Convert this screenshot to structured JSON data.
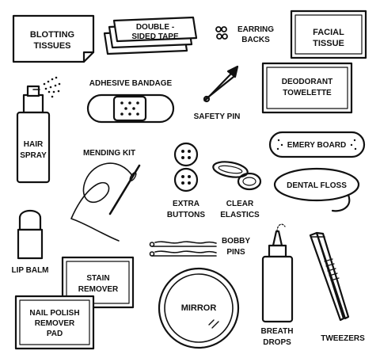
{
  "colors": {
    "ink": "#111111",
    "paper": "#ffffff"
  },
  "items": {
    "blotting_tissues": {
      "line1": "BLOTTING",
      "line2": "TISSUES"
    },
    "double_sided_tape": {
      "line1": "DOUBLE -",
      "line2": "SIDED TAPE"
    },
    "earring_backs": {
      "line1": "EARRING",
      "line2": "BACKS"
    },
    "facial_tissue": {
      "line1": "FACIAL",
      "line2": "TISSUE"
    },
    "deodorant_towelette": {
      "line1": "DEODORANT",
      "line2": "TOWELETTE"
    },
    "adhesive_bandage": {
      "label": "ADHESIVE BANDAGE"
    },
    "safety_pin": {
      "label": "SAFETY PIN"
    },
    "hair_spray": {
      "line1": "HAIR",
      "line2": "SPRAY"
    },
    "mending_kit": {
      "label": "MENDING KIT"
    },
    "extra_buttons": {
      "line1": "EXTRA",
      "line2": "BUTTONS"
    },
    "clear_elastics": {
      "line1": "CLEAR",
      "line2": "ELASTICS"
    },
    "emery_board": {
      "label": "EMERY BOARD"
    },
    "dental_floss": {
      "label": "DENTAL FLOSS"
    },
    "lip_balm": {
      "label": "LIP BALM"
    },
    "bobby_pins": {
      "line1": "BOBBY",
      "line2": "PINS"
    },
    "stain_remover": {
      "line1": "STAIN",
      "line2": "REMOVER"
    },
    "nail_polish_remover_pad": {
      "line1": "NAIL POLISH",
      "line2": "REMOVER",
      "line3": "PAD"
    },
    "mirror": {
      "label": "MIRROR"
    },
    "breath_drops": {
      "line1": "BREATH",
      "line2": "DROPS"
    },
    "tweezers": {
      "label": "TWEEZERS"
    }
  }
}
